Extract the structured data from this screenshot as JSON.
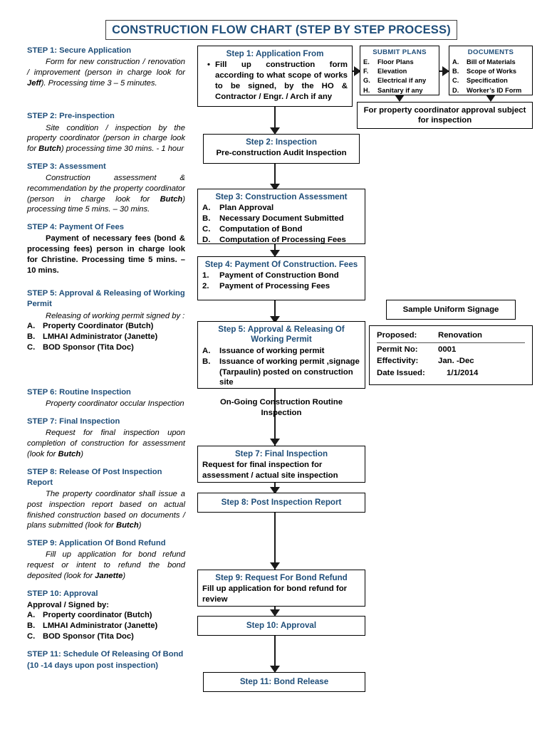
{
  "title": "CONSTRUCTION FLOW CHART  (STEP BY STEP PROCESS)",
  "colors": {
    "heading_blue": "#1F4E79",
    "border_black": "#000000",
    "banner_border": "#404040"
  },
  "left_column": {
    "step1": {
      "head": "STEP 1: Secure Application",
      "body": "Form for new construction / renovation / improvement (person in charge look for Jeff). Processing time 3 – 5 minutes."
    },
    "step2": {
      "head": "STEP 2: Pre-inspection",
      "body": "Site condition / inspection by the property coordinator (person in charge look for Butch) processing time 30 mins. - 1 hour"
    },
    "step3": {
      "head": "STEP 3: Assessment",
      "body": "Construction assessment & recommendation by the property coordinator (person in charge look for Butch) processing time 5 mins. – 30 mins."
    },
    "step4": {
      "head": "STEP 4: Payment Of Fees",
      "body": "Payment of necessary fees (bond & processing fees) person in charge look for Christine. Processing time 5 mins. – 10 mins."
    },
    "step5": {
      "head": "STEP 5: Approval & Releasing of Working Permit",
      "body": "Releasing of working permit signed by :",
      "signatories": [
        {
          "letter": "A.",
          "text": "Property Coordinator (Butch)"
        },
        {
          "letter": "B.",
          "text": "LMHAI Administrator (Janette)"
        },
        {
          "letter": "C.",
          "text": "BOD Sponsor (Tita Doc)"
        }
      ]
    },
    "step6": {
      "head": "STEP 6: Routine Inspection",
      "body": "Property coordinator occular Inspection"
    },
    "step7": {
      "head": "STEP 7: Final Inspection",
      "body": "Request for final inspection upon completion of construction for assessment (look for Butch)"
    },
    "step8": {
      "head": "STEP 8: Release Of Post Inspection Report",
      "body": "The property coordinator shall issue a post inspection report based on actual finished construction based on documents / plans submitted (look for Butch)"
    },
    "step9": {
      "head": "STEP 9: Application Of Bond Refund",
      "body": "Fill up application for bond refund request or intent to refund the bond deposited (look for Janette)"
    },
    "step10": {
      "head": "STEP 10: Approval",
      "body": "Approval / Signed by:",
      "signatories": [
        {
          "letter": "A.",
          "text": "Property coordinator (Butch)"
        },
        {
          "letter": "B.",
          "text": "LMHAI Administrator (Janette)"
        },
        {
          "letter": "C.",
          "text": "BOD Sponsor (Tita Doc)"
        }
      ]
    },
    "step11": {
      "head": "STEP 11: Schedule Of Releasing Of Bond (10 -14 days upon post inspection)"
    }
  },
  "flow": {
    "step1": {
      "head": "Step 1: Application From",
      "bullet": "Fill up construction form according to what scope of works to be signed, by the HO & Contractor / Engr. / Arch  if any"
    },
    "submit_plans": {
      "head": "SUBMIT PLANS",
      "items": [
        {
          "letter": "E.",
          "text": "Floor Plans"
        },
        {
          "letter": "F.",
          "text": "Elevation"
        },
        {
          "letter": "G.",
          "text": "Electrical if any"
        },
        {
          "letter": "H.",
          "text": "Sanitary if any"
        }
      ]
    },
    "documents": {
      "head": "DOCUMENTS",
      "items": [
        {
          "letter": "A.",
          "text": "Bill of Materials"
        },
        {
          "letter": "B.",
          "text": "Scope of Works"
        },
        {
          "letter": "C.",
          "text": "Specification"
        },
        {
          "letter": "D.",
          "text": "Worker’s ID Form"
        }
      ]
    },
    "coordinator_approval": "For property coordinator approval subject for inspection",
    "step2": {
      "head": "Step 2: Inspection",
      "sub": "Pre-construction Audit Inspection"
    },
    "step3": {
      "head": "Step 3: Construction Assessment",
      "items": [
        {
          "letter": "A.",
          "text": "Plan Approval"
        },
        {
          "letter": "B.",
          "text": "Necessary Document Submitted"
        },
        {
          "letter": "C.",
          "text": "Computation of Bond"
        },
        {
          "letter": "D.",
          "text": "Computation of Processing Fees"
        }
      ]
    },
    "step4": {
      "head": "Step 4: Payment Of Construction. Fees",
      "items": [
        {
          "letter": "1.",
          "text": "Payment of Construction Bond"
        },
        {
          "letter": "2.",
          "text": "Payment of Processing Fees"
        }
      ]
    },
    "step5": {
      "head": "Step 5: Approval & Releasing Of Working Permit",
      "items": [
        {
          "letter": "A.",
          "text": "Issuance of working permit"
        },
        {
          "letter": "B.",
          "text": "Issuance of working permit ,signage (Tarpaulin) posted on construction site"
        }
      ]
    },
    "ongoing_label": "On-Going Construction Routine Inspection",
    "step7": {
      "head": "Step 7: Final Inspection",
      "sub": "Request for final inspection for assessment / actual site inspection"
    },
    "step8": {
      "head": "Step 8: Post Inspection Report"
    },
    "step9": {
      "head": "Step 9: Request For Bond Refund",
      "sub": "Fill up application for bond refund for review"
    },
    "step10": {
      "head": "Step 10: Approval"
    },
    "step11": {
      "head": "Step 11: Bond Release"
    }
  },
  "signage": {
    "title": "Sample Uniform Signage",
    "rows": [
      {
        "key": "Proposed:",
        "value": "Renovation"
      },
      {
        "key": "Permit No:",
        "value": "0001"
      },
      {
        "key": "Effectivity:",
        "value": "Jan. -Dec"
      },
      {
        "key": "Date Issued:",
        "value": "1/1/2014"
      }
    ]
  }
}
